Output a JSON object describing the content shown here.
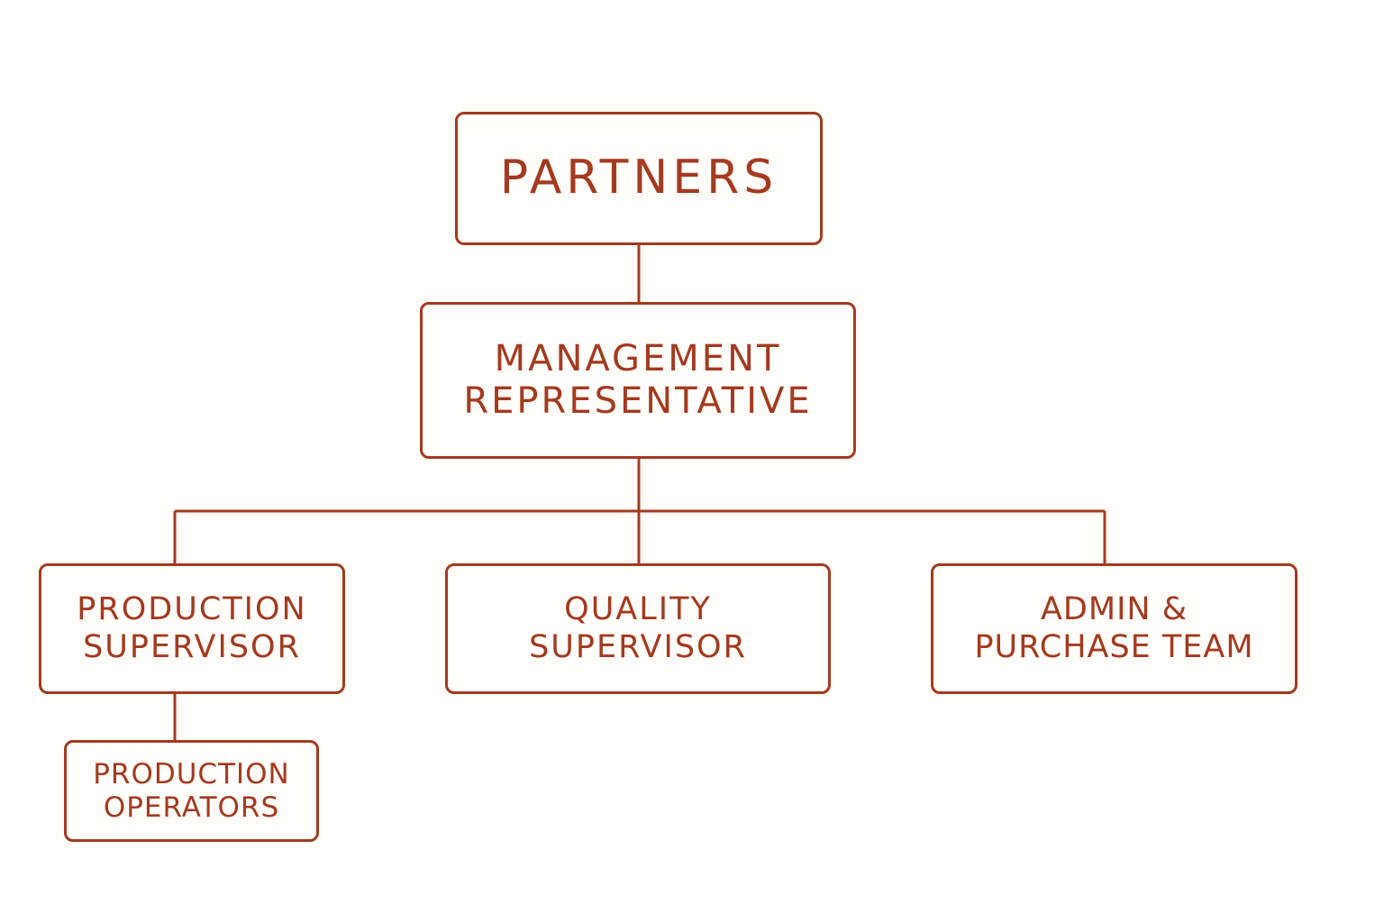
{
  "colors": {
    "accent": "#a43a20",
    "background": "#fffefb"
  },
  "nodes": {
    "partners": {
      "lines": [
        "PARTNERS"
      ]
    },
    "management_representative": {
      "lines": [
        "MANAGEMENT",
        "REPRESENTATIVE"
      ]
    },
    "production_supervisor": {
      "lines": [
        "PRODUCTION",
        "SUPERVISOR"
      ]
    },
    "quality_supervisor": {
      "lines": [
        "QUALITY",
        "SUPERVISOR"
      ]
    },
    "admin_purchase_team": {
      "lines": [
        "ADMIN &",
        "PURCHASE TEAM"
      ]
    },
    "production_operators": {
      "lines": [
        "PRODUCTION",
        "OPERATORS"
      ]
    }
  },
  "edges": [
    {
      "from": "partners",
      "to": "management_representative"
    },
    {
      "from": "management_representative",
      "to": "production_supervisor"
    },
    {
      "from": "management_representative",
      "to": "quality_supervisor"
    },
    {
      "from": "management_representative",
      "to": "admin_purchase_team"
    },
    {
      "from": "production_supervisor",
      "to": "production_operators"
    }
  ]
}
